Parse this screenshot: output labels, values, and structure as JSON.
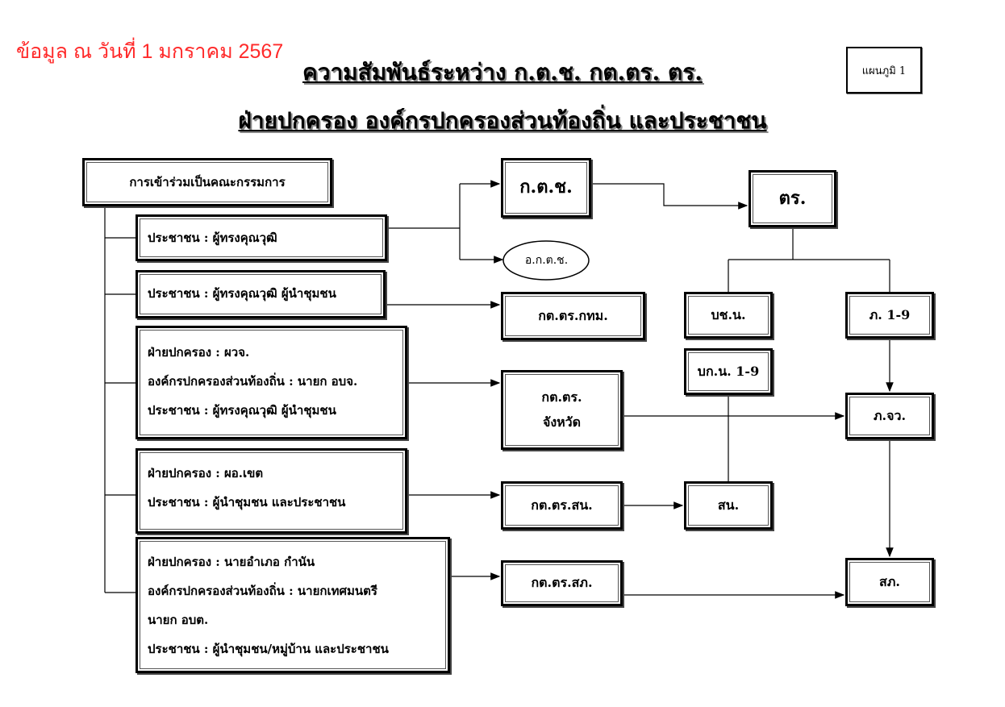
{
  "date_note": "ข้อมูล ณ วันที่ 1 มกราคม 2567",
  "title_line1": "ความสัมพันธ์ระหว่าง ก.ต.ช. กต.ตร. ตร.",
  "title_line2": "ฝ่ายปกครอง องค์กรปกครองส่วนท้องถิ่น และประชาชน",
  "chart_number": "แผนภูมิ 1",
  "left": {
    "header": "การเข้าร่วมเป็นคณะกรรมการ",
    "boxes": [
      {
        "lines": [
          "ประชาชน : ผู้ทรงคุณวุฒิ"
        ]
      },
      {
        "lines": [
          "ประชาชน : ผู้ทรงคุณวุฒิ  ผู้นำชุมชน"
        ]
      },
      {
        "lines": [
          "ฝ่ายปกครอง :  ผวจ.",
          "องค์กรปกครองส่วนท้องถิ่น : นายก อบจ.",
          "ประชาชน  : ผู้ทรงคุณวุฒิ  ผู้นำชุมชน"
        ]
      },
      {
        "lines": [
          "ฝ่ายปกครอง :  ผอ.เขต",
          "ประชาชน  : ผู้นำชุมชน และประชาชน"
        ]
      },
      {
        "lines": [
          "ฝ่ายปกครอง :  นายอำเภอ กำนัน",
          "องค์กรปกครองส่วนท้องถิ่น : นายกเทศมนตรี",
          "นายก อบต.",
          "ประชาชน  : ผู้นำชุมชน/หมู่บ้าน และประชาชน"
        ]
      }
    ]
  },
  "nodes": {
    "kotch": "ก.ต.ช.",
    "akotch": "อ.ก.ต.ช.",
    "kt_bkk": "กต.ตร.กทม.",
    "kt_prov_1": "กต.ตร.",
    "kt_prov_2": "จังหวัด",
    "kt_sn": "กต.ตร.สน.",
    "kt_sp": "กต.ตร.สภ.",
    "tr": "ตร.",
    "bchn": "บช.น.",
    "bkn": "บก.น. 1-9",
    "sn": "สน.",
    "ph19": "ภ. 1-9",
    "phjw": "ภ.จว.",
    "sp": "สภ."
  }
}
